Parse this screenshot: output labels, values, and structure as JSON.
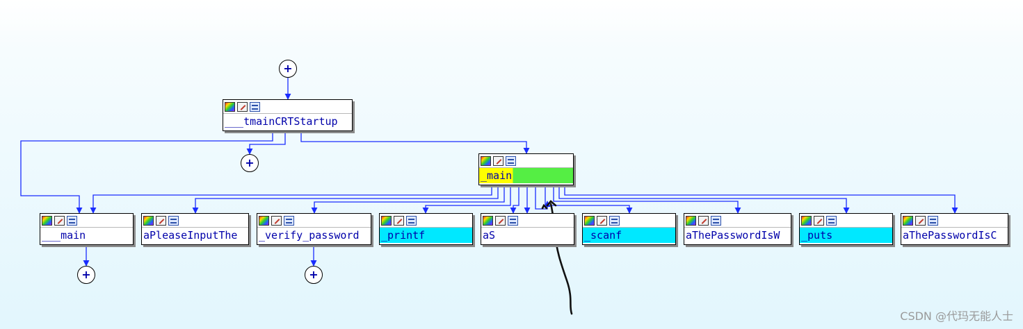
{
  "graph": {
    "nodes": {
      "tmaincrtstartup": {
        "label": "___tmainCRTStartup"
      },
      "main": {
        "label": "_main"
      },
      "main3": {
        "label": "___main"
      },
      "aplease": {
        "label": "aPleaseInputThe"
      },
      "verify": {
        "label": "_verify_password"
      },
      "printf": {
        "label": "_printf"
      },
      "as": {
        "label": "aS"
      },
      "scanf": {
        "label": "_scanf"
      },
      "athepasswordisw": {
        "label": "aThePasswordIsW"
      },
      "puts": {
        "label": "_puts"
      },
      "athepasswordisc": {
        "label": "aThePasswordIsC"
      }
    },
    "expand_symbol": "+",
    "colors": {
      "edge": "#1a2cff",
      "label_text": "#0000aa",
      "call_highlight": "#00e8ff",
      "main_yellow": "#ffff00",
      "main_green": "#55ee44"
    },
    "icons": [
      "color-palette-icon",
      "edit-pencil-icon",
      "graph-view-icon"
    ]
  },
  "watermark": "CSDN @代玛无能人士"
}
